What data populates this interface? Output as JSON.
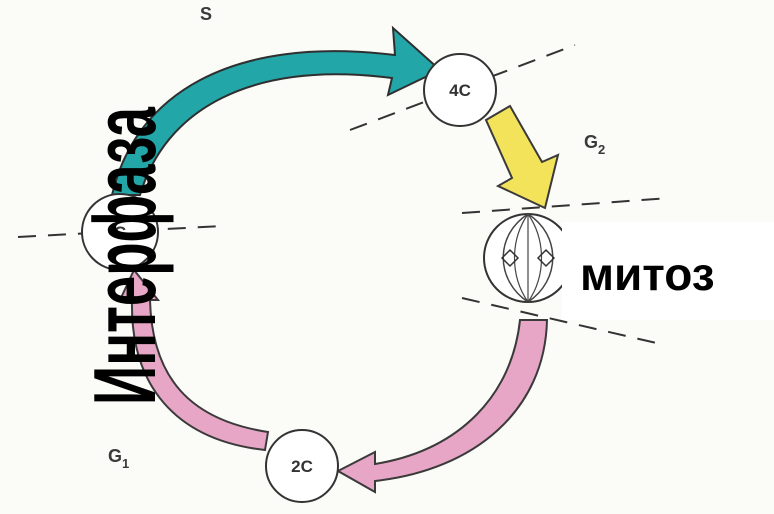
{
  "labels": {
    "s": "S",
    "g2": "G2",
    "g2_main": "G",
    "g2_sub": "2",
    "g1": "G1",
    "g1_main": "G",
    "g1_sub": "1",
    "node_4c": "4C",
    "node_2c": "2C",
    "node_left": "C",
    "interphase": "Интерфаза",
    "mitosis": "митоз"
  },
  "colors": {
    "teal": "#22a6a8",
    "yellow": "#f2e35a",
    "pink": "#e8a6c6",
    "line": "#444444"
  }
}
